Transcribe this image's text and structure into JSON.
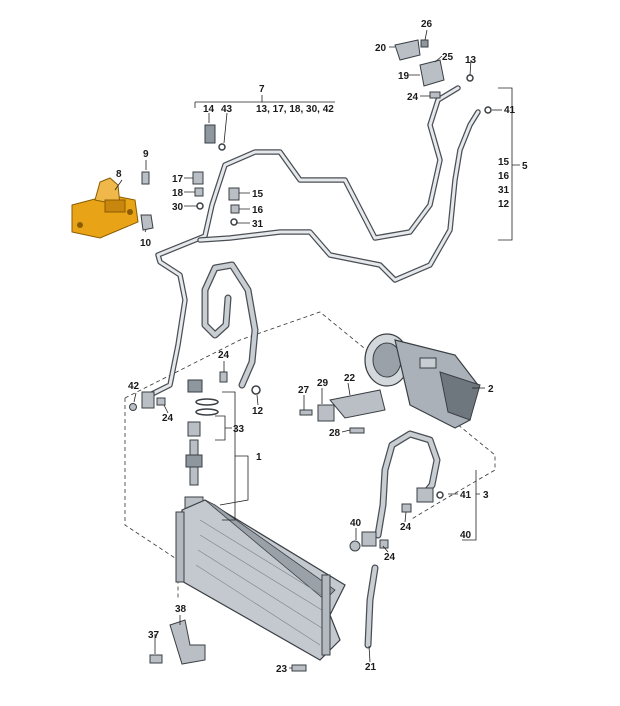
{
  "labels": {
    "l1": "1",
    "l2": "2",
    "l3": "3",
    "l5": "5",
    "l7": "7",
    "l7_sub": "13, 17, 18, 30, 42",
    "l8": "8",
    "l9": "9",
    "l10": "10",
    "l12": "12",
    "l13": "13",
    "l14": "14",
    "l15": "15",
    "l16": "16",
    "l17": "17",
    "l18": "18",
    "l19": "19",
    "l20": "20",
    "l21": "21",
    "l22": "22",
    "l23": "23",
    "l24": "24",
    "l25": "25",
    "l26": "26",
    "l27": "27",
    "l28": "28",
    "l29": "29",
    "l30": "30",
    "l31": "31",
    "l33": "33",
    "l37": "37",
    "l38": "38",
    "l40": "40",
    "l41": "41",
    "l42": "42",
    "l43": "43",
    "g5_15": "15",
    "g5_16": "16",
    "g5_31": "31",
    "g5_12": "12",
    "g3_41": "41",
    "g3_40": "40"
  },
  "colors": {
    "highlight": "#e8a317",
    "line": "#4a4f55",
    "part": "#b9bfc5"
  }
}
